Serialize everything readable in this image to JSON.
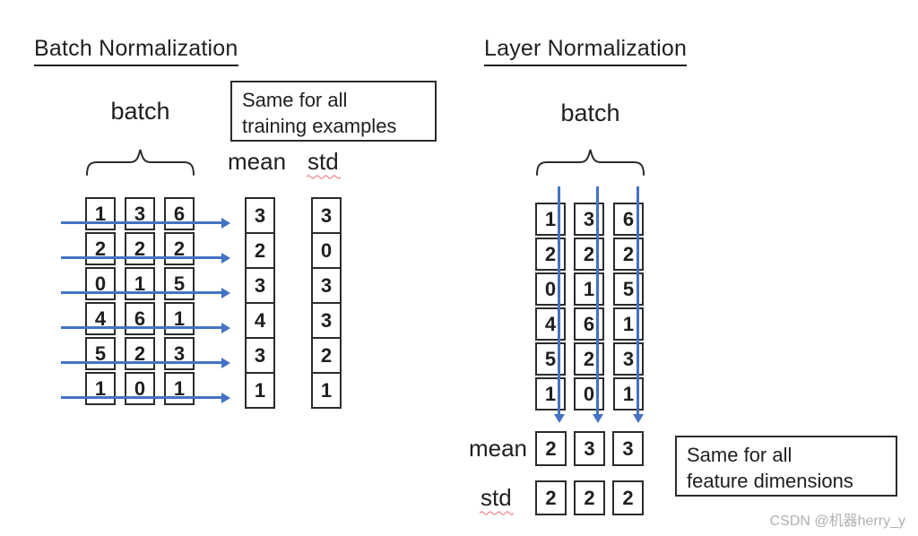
{
  "colors": {
    "arrow_blue": "#4472C4",
    "border_dark": "#2b2b2b",
    "wavy_red": "#ef8f8f",
    "watermark_gray": "#b0b0b0"
  },
  "watermark": "CSDN @机器herry_y",
  "panels": {
    "batch_norm": {
      "title": "Batch Normalization",
      "batch_label": "batch",
      "note_line1": "Same for all",
      "note_line2": "training examples",
      "mean_label": "mean",
      "std_label": "std",
      "grid_columns": [
        [
          1,
          2,
          0,
          4,
          5,
          1
        ],
        [
          3,
          2,
          1,
          6,
          2,
          0
        ],
        [
          6,
          2,
          5,
          1,
          3,
          1
        ]
      ],
      "mean_values": [
        3,
        2,
        3,
        4,
        3,
        1
      ],
      "std_values": [
        3,
        0,
        3,
        3,
        2,
        1
      ]
    },
    "layer_norm": {
      "title": "Layer Normalization",
      "batch_label": "batch",
      "note_line1": "Same for all",
      "note_line2": "feature dimensions",
      "mean_label": "mean",
      "std_label": "std",
      "grid_columns": [
        [
          1,
          2,
          0,
          4,
          5,
          1
        ],
        [
          3,
          2,
          1,
          6,
          2,
          0
        ],
        [
          6,
          2,
          5,
          1,
          3,
          1
        ]
      ],
      "mean_values": [
        2,
        3,
        3
      ],
      "std_values": [
        2,
        2,
        2
      ]
    }
  }
}
